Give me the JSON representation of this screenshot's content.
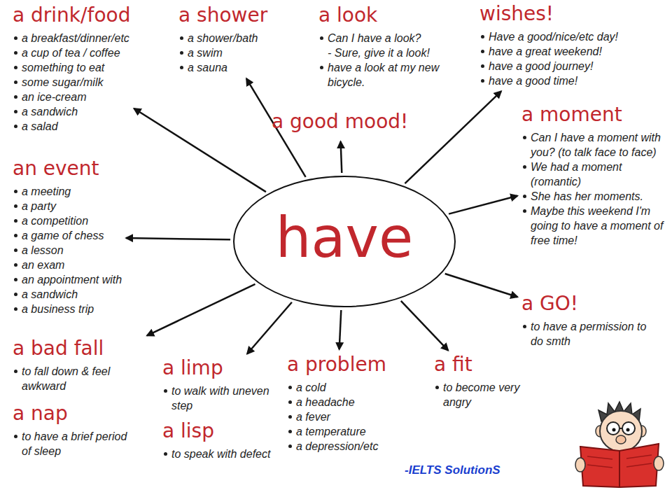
{
  "diagram": {
    "nodes": [
      {
        "text": [
          "a drink/food",
          "a breakfast/dinner/etc",
          "a cup of tea / coffee",
          "something to eat",
          "some sugar/milk",
          "an ice-cream",
          "a sandwich",
          "a salad"
        ]
      },
      {
        "text": [
          "a shower",
          "a shower/bath",
          "a swim",
          "a sauna"
        ]
      },
      {
        "text": [
          "a look",
          "Can I have a look?",
          "- Sure, give it a look!",
          "have a look at my new bicycle."
        ]
      },
      {
        "text": [
          "wishes!",
          "Have a good/nice/etc day!",
          "have a great weekend!",
          "have a good journey!",
          "have a good time!"
        ]
      },
      {
        "text": [
          "a good mood!"
        ]
      },
      {
        "text": [
          "a moment",
          "Can I have a moment with you? (to talk face to face)",
          "We had a moment (romantic)",
          "She has her moments.",
          "Maybe this weekend I'm going to have a moment of free time!"
        ]
      },
      {
        "text": [
          "an event",
          "a meeting",
          "a party",
          "a competition",
          "a game of chess",
          "a lesson",
          "an exam",
          "an appointment with",
          "a sandwich",
          "a business trip"
        ]
      },
      {
        "text": [
          "have"
        ]
      },
      {
        "text": [
          "a GO!",
          "to have a permission to do smth"
        ]
      },
      {
        "text": [
          "a bad fall",
          "to fall down & feel awkward"
        ]
      },
      {
        "text": [
          "a limp",
          "to walk with uneven step"
        ]
      },
      {
        "text": [
          "a problem",
          "a cold",
          "a headache",
          "a fever",
          "a temperature",
          "a depression/etc"
        ]
      },
      {
        "text": [
          "a fit",
          "to become very angry"
        ]
      },
      {
        "text": [
          "a nap",
          "to have a brief period of sleep"
        ]
      },
      {
        "text": [
          "a lisp",
          "to speak with defect"
        ]
      }
    ],
    "edges": [
      {
        "from": 7,
        "to": 0,
        "arrow": "to"
      },
      {
        "from": 7,
        "to": 1,
        "arrow": "to"
      },
      {
        "from": 7,
        "to": 4,
        "arrow": "to"
      },
      {
        "from": 7,
        "to": 3,
        "arrow": "to"
      },
      {
        "from": 7,
        "to": 5,
        "arrow": "to"
      },
      {
        "from": 7,
        "to": 8,
        "arrow": "to"
      },
      {
        "from": 7,
        "to": 12,
        "arrow": "to"
      },
      {
        "from": 7,
        "to": 11,
        "arrow": "to"
      },
      {
        "from": 7,
        "to": 10,
        "arrow": "to"
      },
      {
        "from": 7,
        "to": 9,
        "arrow": "to"
      },
      {
        "from": 7,
        "to": 6,
        "arrow": "to"
      }
    ],
    "labels": [
      "-IELTS SolutionS"
    ]
  }
}
